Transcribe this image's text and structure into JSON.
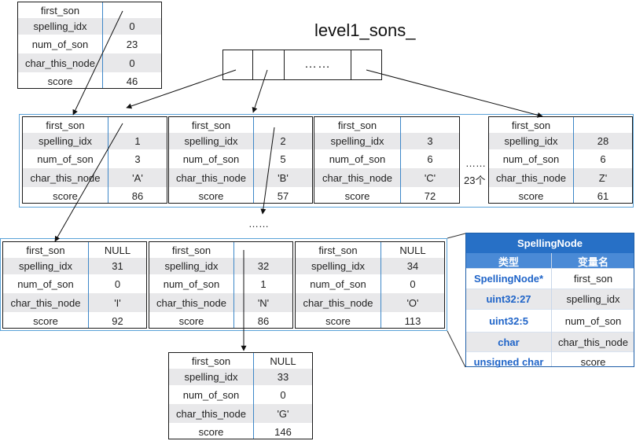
{
  "title": "level1_sons_",
  "array": {
    "ellipsis": "……"
  },
  "ellipsis_small": "……",
  "ellipsis_mid": "……",
  "count_label": "23个",
  "nodes": {
    "root": {
      "fields": [
        "first_son",
        "spelling_idx",
        "num_of_son",
        "char_this_node",
        "score"
      ],
      "values": [
        "",
        "0",
        "23",
        "0",
        "46"
      ]
    },
    "n1": {
      "fields": [
        "first_son",
        "spelling_idx",
        "num_of_son",
        "char_this_node",
        "score"
      ],
      "values": [
        "",
        "1",
        "3",
        "'A'",
        "86"
      ]
    },
    "n2": {
      "fields": [
        "first_son",
        "spelling_idx",
        "num_of_son",
        "char_this_node",
        "score"
      ],
      "values": [
        "",
        "2",
        "5",
        "'B'",
        "57"
      ]
    },
    "n3": {
      "fields": [
        "first_son",
        "spelling_idx",
        "num_of_son",
        "char_this_node",
        "score"
      ],
      "values": [
        "",
        "3",
        "6",
        "'C'",
        "72"
      ]
    },
    "n28": {
      "fields": [
        "first_son",
        "spelling_idx",
        "num_of_son",
        "char_this_node",
        "score"
      ],
      "values": [
        "",
        "28",
        "6",
        "Z'",
        "61"
      ]
    },
    "n31": {
      "fields": [
        "first_son",
        "spelling_idx",
        "num_of_son",
        "char_this_node",
        "score"
      ],
      "values": [
        "NULL",
        "31",
        "0",
        "'I'",
        "92"
      ]
    },
    "n32": {
      "fields": [
        "first_son",
        "spelling_idx",
        "num_of_son",
        "char_this_node",
        "score"
      ],
      "values": [
        "",
        "32",
        "1",
        "'N'",
        "86"
      ]
    },
    "n34": {
      "fields": [
        "first_son",
        "spelling_idx",
        "num_of_son",
        "char_this_node",
        "score"
      ],
      "values": [
        "NULL",
        "34",
        "0",
        "'O'",
        "113"
      ]
    },
    "n33": {
      "fields": [
        "first_son",
        "spelling_idx",
        "num_of_son",
        "char_this_node",
        "score"
      ],
      "values": [
        "NULL",
        "33",
        "0",
        "'G'",
        "146"
      ]
    }
  },
  "legend": {
    "title": "SpellingNode",
    "col_type": "类型",
    "col_name": "变量名",
    "rows": [
      {
        "type": "SpellingNode*",
        "name": "first_son"
      },
      {
        "type": "uint32:27",
        "name": "spelling_idx"
      },
      {
        "type": "uint32:5",
        "name": "num_of_son"
      },
      {
        "type": "char",
        "name": "char_this_node"
      },
      {
        "type": "unsigned char",
        "name": "score"
      }
    ]
  },
  "colors": {
    "accent": "#2770c6",
    "divider": "#3d87c8",
    "group_border": "#5aa2d8",
    "row_alt": "#e8e8ea"
  }
}
